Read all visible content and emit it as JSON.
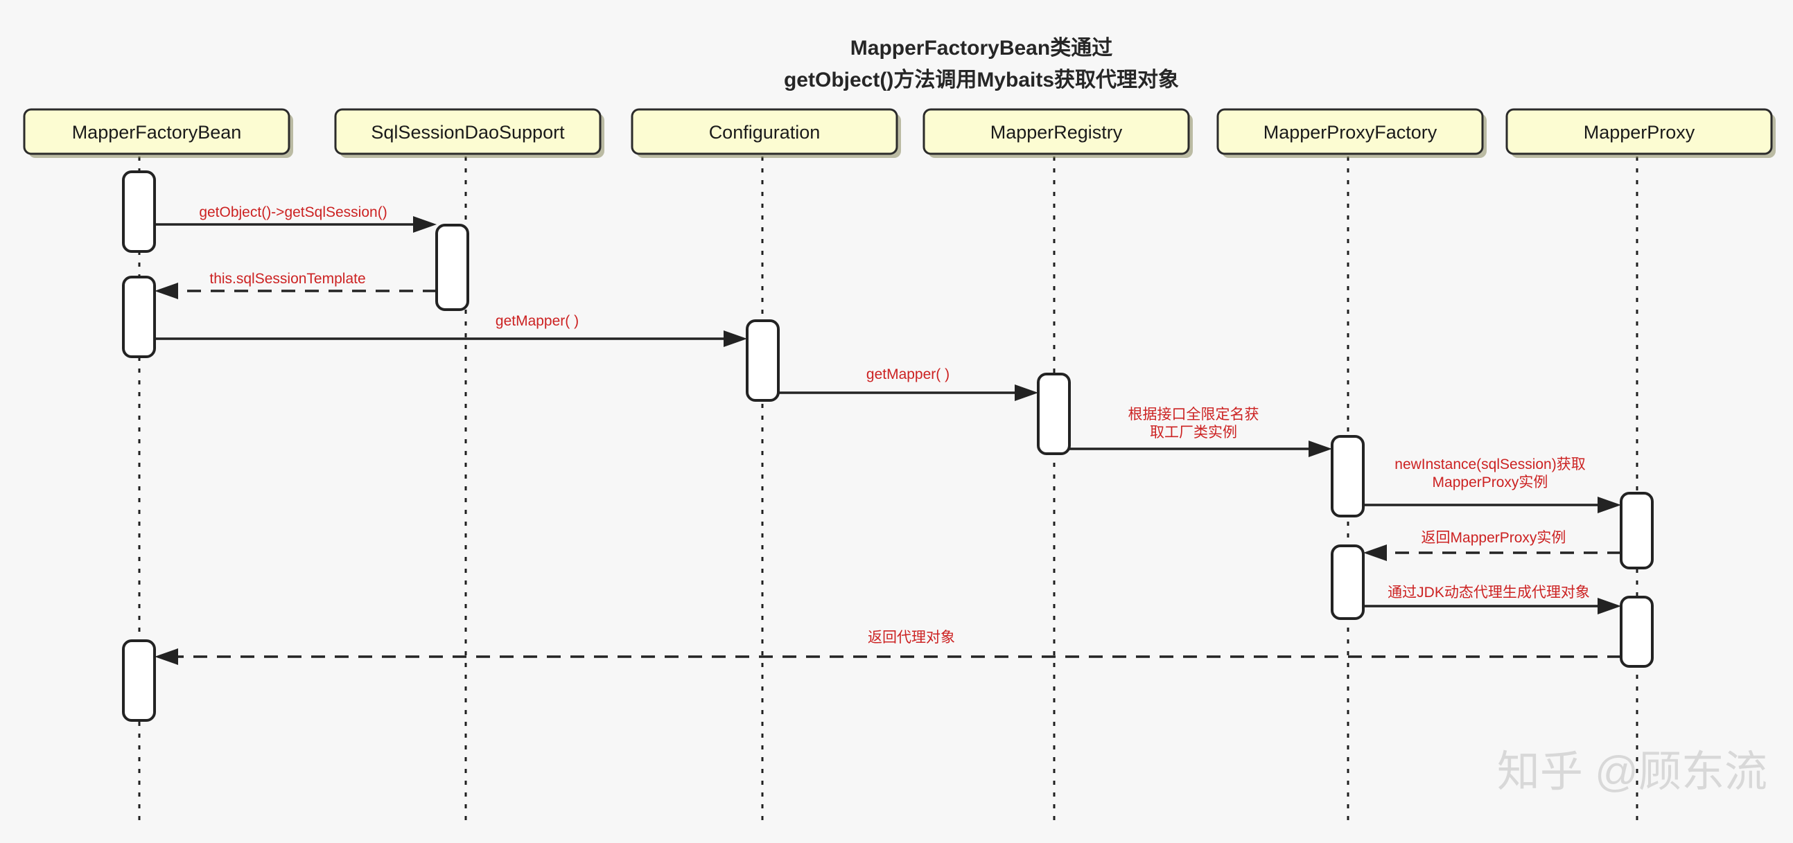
{
  "diagram": {
    "kind": "uml-sequence-diagram",
    "background_color": "#f7f7f7",
    "title_line1": "MapperFactoryBean类通过",
    "title_line2": "getObject()方法调用Mybaits获取代理对象",
    "title_color": "#262626",
    "message_color": "#cc2222",
    "participant_fill": "#fcfcd2",
    "participant_border": "#2b2b2b",
    "line_color": "#232323"
  },
  "participants": [
    {
      "id": "mapperfactorybean",
      "label": "MapperFactoryBean"
    },
    {
      "id": "sqlsessiondaosupport",
      "label": "SqlSessionDaoSupport"
    },
    {
      "id": "configuration",
      "label": "Configuration"
    },
    {
      "id": "mapperregistry",
      "label": "MapperRegistry"
    },
    {
      "id": "mapperproxyfactory",
      "label": "MapperProxyFactory"
    },
    {
      "id": "mapperproxy",
      "label": "MapperProxy"
    }
  ],
  "messages": [
    {
      "id": "m1",
      "label": "getObject()->getSqlSession()",
      "from": "MapperFactoryBean",
      "to": "SqlSessionDaoSupport",
      "type": "call"
    },
    {
      "id": "m2",
      "label": "this.sqlSessionTemplate",
      "from": "SqlSessionDaoSupport",
      "to": "MapperFactoryBean",
      "type": "return"
    },
    {
      "id": "m3",
      "label": "getMapper( )",
      "from": "MapperFactoryBean",
      "to": "Configuration",
      "type": "call"
    },
    {
      "id": "m4",
      "label": "getMapper( )",
      "from": "Configuration",
      "to": "MapperRegistry",
      "type": "call"
    },
    {
      "id": "m5",
      "label_line1": "根据接口全限定名获",
      "label_line2": "取工厂类实例",
      "from": "MapperRegistry",
      "to": "MapperProxyFactory",
      "type": "call"
    },
    {
      "id": "m6",
      "label_line1": "newInstance(sqlSession)获取",
      "label_line2": "MapperProxy实例",
      "from": "MapperProxyFactory",
      "to": "MapperProxy",
      "type": "call"
    },
    {
      "id": "m7",
      "label": "返回MapperProxy实例",
      "from": "MapperProxy",
      "to": "MapperProxyFactory",
      "type": "return"
    },
    {
      "id": "m8",
      "label": "通过JDK动态代理生成代理对象",
      "from": "MapperProxyFactory",
      "to": "MapperProxy",
      "type": "call"
    },
    {
      "id": "m9",
      "label": "返回代理对象",
      "from": "MapperProxy",
      "to": "MapperFactoryBean",
      "type": "return"
    }
  ],
  "watermark": {
    "text": "知乎 @顾东流",
    "color": "#d8d8d8"
  }
}
